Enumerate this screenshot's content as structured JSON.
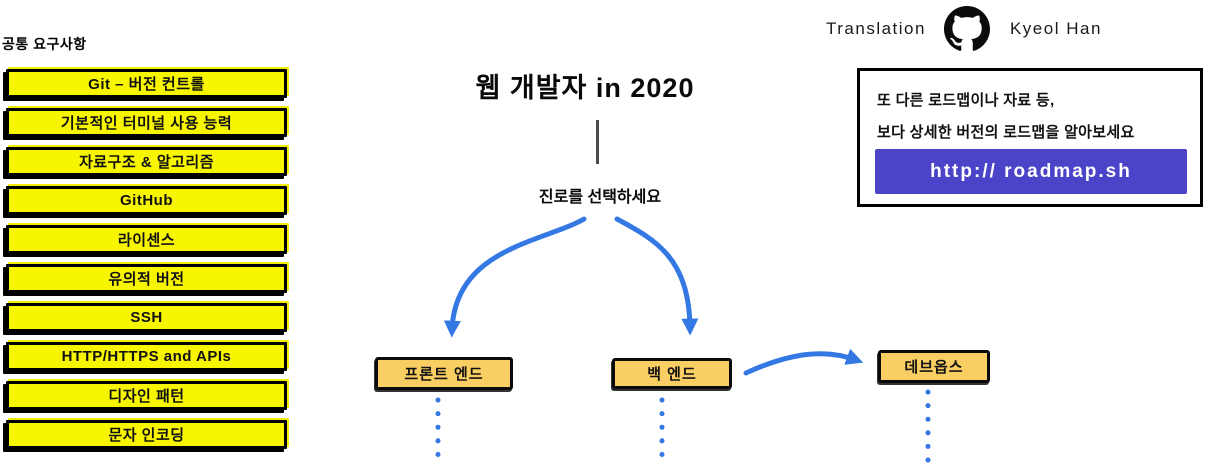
{
  "header": {
    "translation_label": "Translation",
    "translator_name": "Kyeol Han",
    "icon": "github-octocat-logo"
  },
  "sidebar": {
    "heading": "공통 요구사항",
    "items": [
      {
        "label": "Git – 버전 컨트롤"
      },
      {
        "label": "기본적인 터미널 사용 능력"
      },
      {
        "label": "자료구조 & 알고리즘"
      },
      {
        "label": "GitHub"
      },
      {
        "label": "라이센스"
      },
      {
        "label": "유의적 버전"
      },
      {
        "label": "SSH"
      },
      {
        "label": "HTTP/HTTPS and APIs"
      },
      {
        "label": "디자인 패턴"
      },
      {
        "label": "문자 인코딩"
      }
    ]
  },
  "main": {
    "title": "웹 개발자 in 2020",
    "prompt": "진로를 선택하세요",
    "paths": [
      {
        "label": "프론트 엔드"
      },
      {
        "label": "백 엔드"
      },
      {
        "label": "데브옵스"
      }
    ]
  },
  "info_box": {
    "line1": "또 다른 로드맵이나 자료 등,",
    "line2": "보다 상세한 버전의 로드맵을 알아보세요",
    "button_label": "http:// roadmap.sh"
  },
  "colors": {
    "requirement_yellow": "#F8F500",
    "path_box_gold": "#F9CE62",
    "arrow_blue": "#3478E4",
    "button_purple": "#4B44C8",
    "connector_gray": "#4C4C4C"
  }
}
